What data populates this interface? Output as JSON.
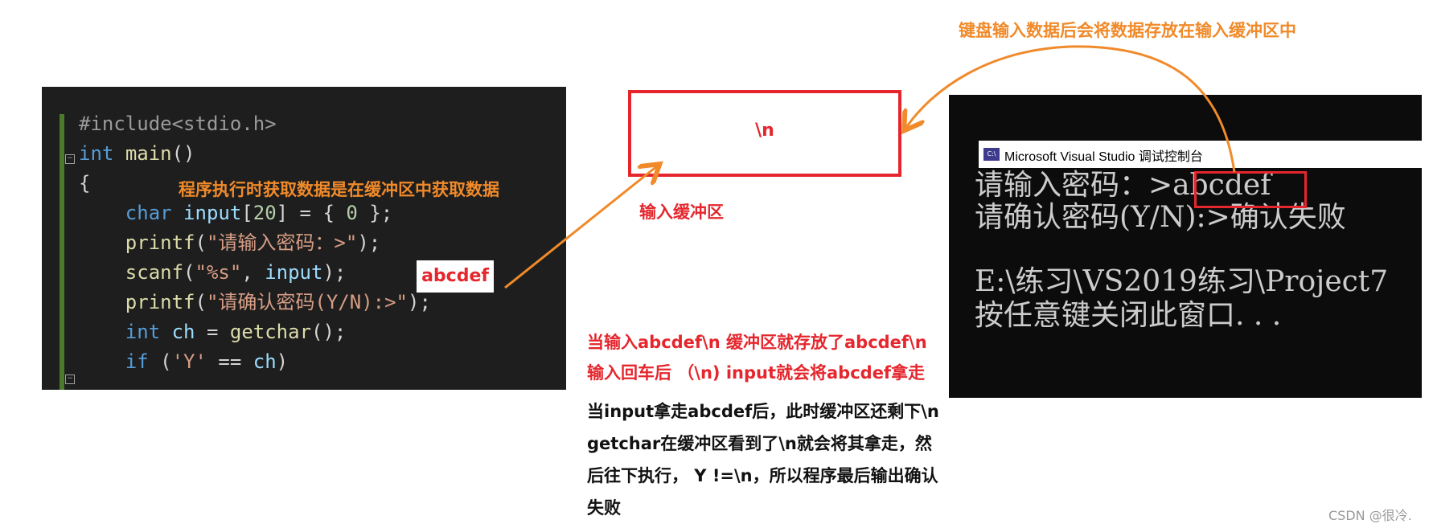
{
  "code": {
    "lines": [
      "#include<stdio.h>",
      "int main()",
      "{",
      "    char input[20] = { 0 };",
      "    printf(\"请输入密码：>\");",
      "    scanf(\"%s\", input);",
      "    printf(\"请确认密码(Y/N):>\");",
      "    int ch = getchar();",
      "    if ('Y' == ch)"
    ],
    "annotation": "程序执行时获取数据是在缓冲区中获取数据",
    "input_tag": "abcdef"
  },
  "buffer": {
    "content": "\\n",
    "label": "输入缓冲区"
  },
  "console": {
    "title": "Microsoft Visual Studio 调试控制台",
    "icon": "vs-console-icon",
    "lines": [
      "请输入密码：>abcdef",
      "请确认密码(Y/N):>确认失败",
      "",
      "E:\\练习\\VS2019练习\\Project7",
      "按任意键关闭此窗口. . ."
    ]
  },
  "top_annotation": "键盘输入数据后会将数据存放在输入缓冲区中",
  "explanation": {
    "red_lines": [
      "当输入abcdef\\n 缓冲区就存放了abcdef\\n",
      "输入回车后 （\\n) input就会将abcdef拿走"
    ],
    "black_lines": [
      "当input拿走abcdef后，此时缓冲区还剩下\\n",
      "getchar在缓冲区看到了\\n就会将其拿走，然",
      "后往下执行， Y !=\\n，所以程序最后输出确认",
      "失败"
    ]
  },
  "watermark": "CSDN @很冷.",
  "colors": {
    "orange": "#f08a2a",
    "red": "#e5262d",
    "editor_bg": "#1e1e1e",
    "console_bg": "#0c0c0c"
  }
}
